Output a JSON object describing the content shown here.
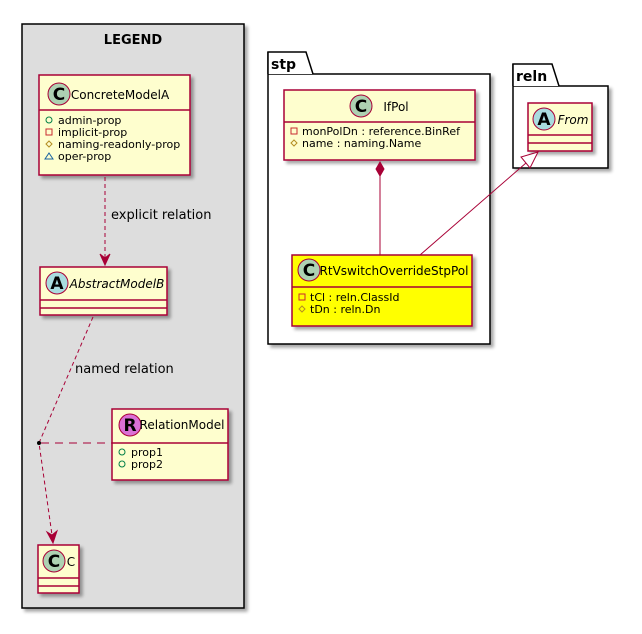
{
  "legend": {
    "title": "LEGEND",
    "concrete_model": {
      "name": "ConcreteModelA",
      "stereotype": "C",
      "attributes": [
        {
          "vis": "public",
          "text": "admin-prop"
        },
        {
          "vis": "private",
          "text": "implicit-prop"
        },
        {
          "vis": "protected",
          "text": "naming-readonly-prop"
        },
        {
          "vis": "package",
          "text": "oper-prop"
        }
      ]
    },
    "abstract_model": {
      "name": "AbstractModelB",
      "stereotype": "A"
    },
    "relation_model": {
      "name": "RelationModel",
      "stereotype": "R",
      "attributes": [
        {
          "vis": "public",
          "text": "prop1"
        },
        {
          "vis": "public",
          "text": "prop2"
        }
      ]
    },
    "c_model": {
      "name": "C",
      "stereotype": "C"
    },
    "explicit_label": "explicit relation",
    "named_label": "named relation"
  },
  "stp": {
    "title": "stp",
    "ifpol": {
      "name": "IfPol",
      "stereotype": "C",
      "attributes": [
        {
          "vis": "private",
          "text": "monPolDn : reference.BinRef"
        },
        {
          "vis": "protected",
          "text": "name : naming.Name"
        }
      ]
    },
    "rtvswitch": {
      "name": "RtVswitchOverrideStpPol",
      "stereotype": "C",
      "attributes": [
        {
          "vis": "private",
          "text": "tCl : reln.ClassId"
        },
        {
          "vis": "protected",
          "text": "tDn : reln.Dn"
        }
      ]
    }
  },
  "reln": {
    "title": "reln",
    "from": {
      "name": "From",
      "stereotype": "A"
    }
  },
  "colors": {
    "class_fill": "#FEFECE",
    "highlight_fill": "#FFFF00",
    "border": "#A80036",
    "legend_bg": "#DDDDDD",
    "circle_c": "#ADD1B2",
    "circle_a": "#A9DCDF",
    "circle_r": "#DA70D6"
  }
}
